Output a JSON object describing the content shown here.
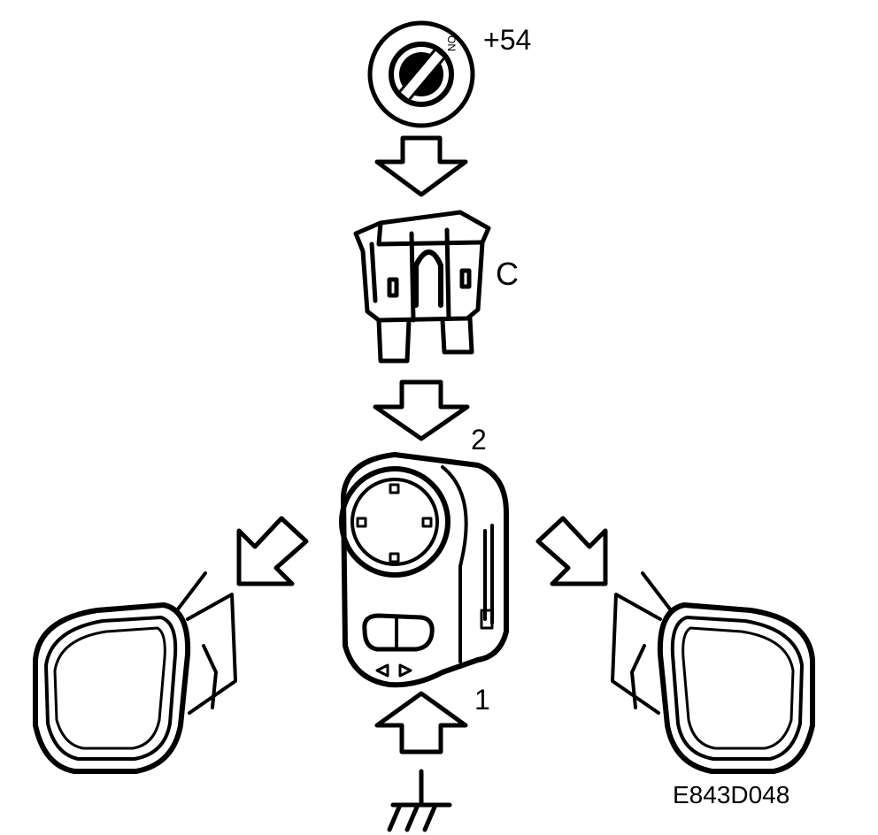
{
  "labels": {
    "ignition": "+54",
    "ignition_switch_mark": "ON",
    "fuse": "C",
    "switch_pin_2": "2",
    "switch_pin_1": "1",
    "drawing_code": "E843D048"
  },
  "colors": {
    "ink": "#000000",
    "paper": "#ffffff"
  },
  "icons": [
    "ignition-key-icon",
    "fuse-icon",
    "mirror-switch-icon",
    "ground-icon",
    "left-mirror-icon",
    "right-mirror-icon"
  ]
}
